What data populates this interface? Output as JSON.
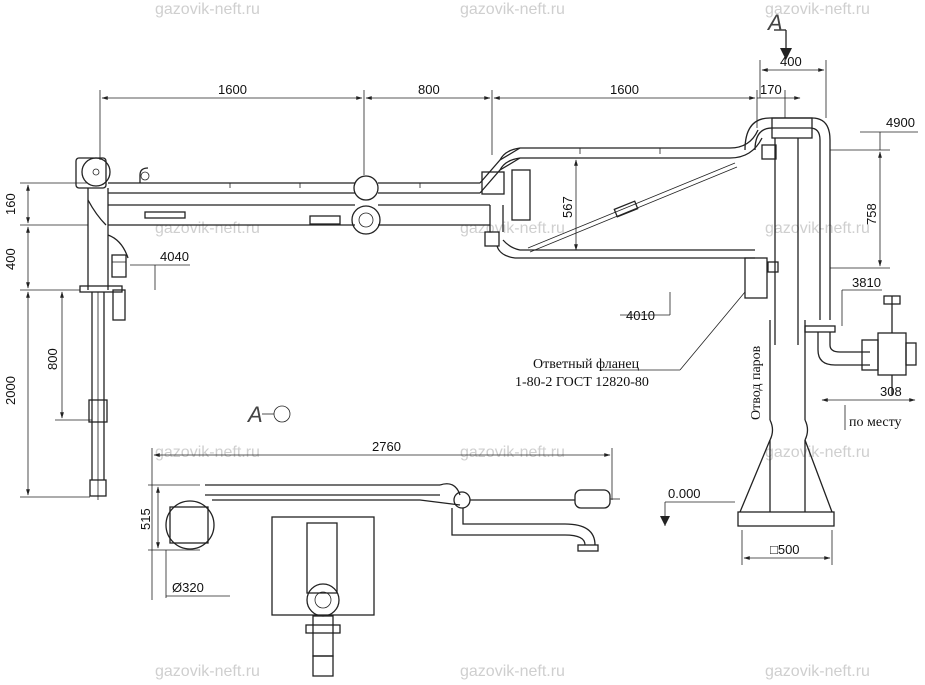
{
  "watermark": "gazovik-neft.ru",
  "view_label": "A",
  "dimensions": {
    "d1600a": "1600",
    "d800a": "800",
    "d1600b": "1600",
    "d170": "170",
    "d400top": "400",
    "d4900": "4900",
    "d160": "160",
    "d400left": "400",
    "d4040": "4040",
    "d567": "567",
    "d758": "758",
    "d3810": "3810",
    "d4010": "4010",
    "d800v": "800",
    "d2000": "2000",
    "d308": "308",
    "d2760": "2760",
    "d515": "515",
    "d320": "Ø320",
    "d0000": "0.000",
    "d500": "□500"
  },
  "notes": {
    "flange_line1": "Ответный фланец",
    "flange_line2": "1-80-2 ГОСТ 12820-80",
    "vapor_outlet": "Отвод паров",
    "on_site": "по месту"
  }
}
